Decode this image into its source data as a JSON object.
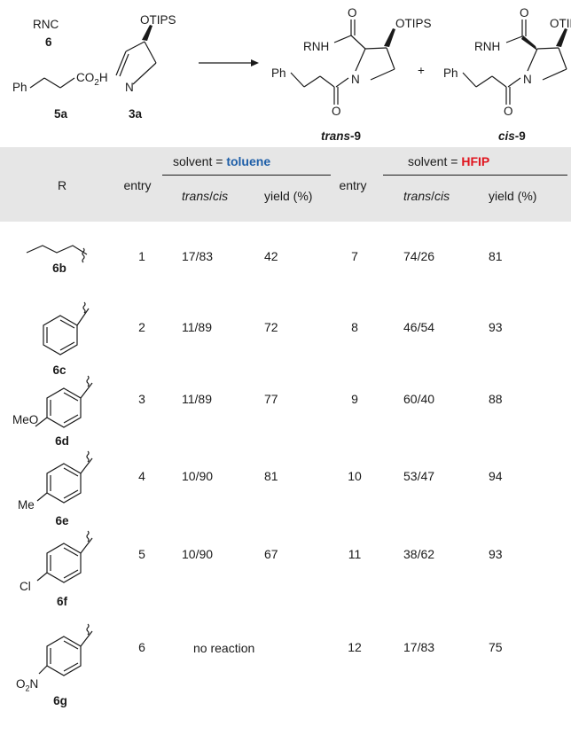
{
  "scheme": {
    "isocyanide": "RNC",
    "isocyanide_id": "6",
    "acid_id": "5a",
    "imine_id": "3a",
    "otips": "OTIPS",
    "ph": "Ph",
    "co2h": "CO",
    "co2h_sub": "2",
    "co2h_h": "H",
    "n": "N",
    "o": "O",
    "rnh": "RNH",
    "plus": "+",
    "trans_prefix": "trans",
    "trans_id": "-9",
    "cis_prefix": "cis",
    "cis_id": "-9"
  },
  "table": {
    "header": {
      "r": "R",
      "entry1": "entry",
      "entry2": "entry",
      "solvent_prefix": "solvent = ",
      "solvent1": "toluene",
      "solvent2": "HFIP",
      "transcis_trans": "trans",
      "transcis_cis": "cis",
      "yield": "yield (%)"
    },
    "rows": [
      {
        "label": "6b",
        "e1": "1",
        "tc1": "17/83",
        "y1": "42",
        "e2": "7",
        "tc2": "74/26",
        "y2": "81"
      },
      {
        "label": "6c",
        "e1": "2",
        "tc1": "11/89",
        "y1": "72",
        "e2": "8",
        "tc2": "46/54",
        "y2": "93"
      },
      {
        "label": "6d",
        "sub": "MeO",
        "e1": "3",
        "tc1": "11/89",
        "y1": "77",
        "e2": "9",
        "tc2": "60/40",
        "y2": "88"
      },
      {
        "label": "6e",
        "sub": "Me",
        "e1": "4",
        "tc1": "10/90",
        "y1": "81",
        "e2": "10",
        "tc2": "53/47",
        "y2": "94"
      },
      {
        "label": "6f",
        "sub": "Cl",
        "e1": "5",
        "tc1": "10/90",
        "y1": "67",
        "e2": "11",
        "tc2": "38/62",
        "y2": "93"
      },
      {
        "label": "6g",
        "sub": "O",
        "sub2": "2",
        "sub3": "N",
        "e1": "6",
        "noreaction": "no reaction",
        "e2": "12",
        "tc2": "17/83",
        "y2": "75"
      }
    ]
  },
  "colors": {
    "toluene": "#1f5fa8",
    "hfip": "#e0141e",
    "header_bg": "#e6e6e6"
  }
}
